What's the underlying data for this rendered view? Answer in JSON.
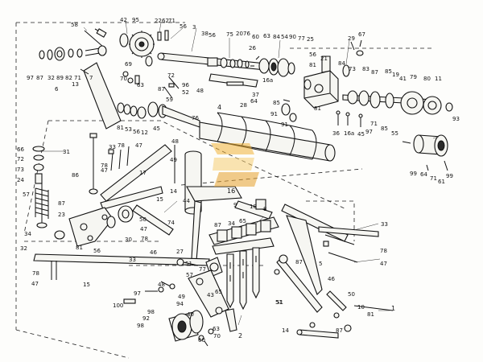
{
  "diagram": {
    "type": "exploded-parts-drawing",
    "watermark_colors": {
      "primary": "#f2b33a",
      "secondary": "#f7cf73",
      "shade": "#e7a12d"
    },
    "callouts": [
      {
        "id": "c0",
        "text": "58"
      },
      {
        "id": "c1",
        "text": "42"
      },
      {
        "id": "c2",
        "text": "95"
      },
      {
        "id": "c3",
        "text": "22"
      },
      {
        "id": "c4",
        "text": "62"
      },
      {
        "id": "c5",
        "text": "71"
      },
      {
        "id": "c6",
        "text": "56"
      },
      {
        "id": "c7",
        "text": "3"
      },
      {
        "id": "c8",
        "text": "38"
      },
      {
        "id": "c9",
        "text": "56"
      },
      {
        "id": "c10",
        "text": "75"
      },
      {
        "id": "c11",
        "text": "20"
      },
      {
        "id": "c12",
        "text": "76"
      },
      {
        "id": "c13",
        "text": "60"
      },
      {
        "id": "c14",
        "text": "63"
      },
      {
        "id": "c15",
        "text": "84"
      },
      {
        "id": "c16",
        "text": "54"
      },
      {
        "id": "c17",
        "text": "90"
      },
      {
        "id": "c18",
        "text": "77"
      },
      {
        "id": "c19",
        "text": "25"
      },
      {
        "id": "c20",
        "text": "29"
      },
      {
        "id": "c21",
        "text": "67"
      },
      {
        "id": "c22",
        "text": "97"
      },
      {
        "id": "c23",
        "text": "87"
      },
      {
        "id": "c24",
        "text": "32"
      },
      {
        "id": "c25",
        "text": "89"
      },
      {
        "id": "c26",
        "text": "82"
      },
      {
        "id": "c27",
        "text": "71"
      },
      {
        "id": "c28",
        "text": "7"
      },
      {
        "id": "c29",
        "text": "13"
      },
      {
        "id": "c30",
        "text": "6"
      },
      {
        "id": "c31",
        "text": "69"
      },
      {
        "id": "c32",
        "text": "70"
      },
      {
        "id": "c33",
        "text": "63"
      },
      {
        "id": "c34",
        "text": "72"
      },
      {
        "id": "c35",
        "text": "87"
      },
      {
        "id": "c36",
        "text": "26"
      },
      {
        "id": "c37",
        "text": "56"
      },
      {
        "id": "c38",
        "text": "81"
      },
      {
        "id": "c39",
        "text": "21"
      },
      {
        "id": "c40",
        "text": "84"
      },
      {
        "id": "c41",
        "text": "73"
      },
      {
        "id": "c42",
        "text": "83"
      },
      {
        "id": "c43",
        "text": "87"
      },
      {
        "id": "c44",
        "text": "85"
      },
      {
        "id": "c45",
        "text": "19"
      },
      {
        "id": "c46",
        "text": "41"
      },
      {
        "id": "c47",
        "text": "79"
      },
      {
        "id": "c48",
        "text": "80"
      },
      {
        "id": "c49",
        "text": "11"
      },
      {
        "id": "c50",
        "text": "16a"
      },
      {
        "id": "c51",
        "text": "96"
      },
      {
        "id": "c52",
        "text": "52"
      },
      {
        "id": "c53",
        "text": "48"
      },
      {
        "id": "c54",
        "text": "59"
      },
      {
        "id": "c55",
        "text": "28"
      },
      {
        "id": "c56",
        "text": "64"
      },
      {
        "id": "c57",
        "text": "37"
      },
      {
        "id": "c58",
        "text": "76"
      },
      {
        "id": "c59",
        "text": "4"
      },
      {
        "id": "c60",
        "text": "85"
      },
      {
        "id": "c61",
        "text": "91"
      },
      {
        "id": "c62",
        "text": "81"
      },
      {
        "id": "c63",
        "text": "53"
      },
      {
        "id": "c64",
        "text": "56"
      },
      {
        "id": "c65",
        "text": "12"
      },
      {
        "id": "c66",
        "text": "45"
      },
      {
        "id": "c67",
        "text": "36"
      },
      {
        "id": "c68",
        "text": "16a"
      },
      {
        "id": "c69",
        "text": "45"
      },
      {
        "id": "c70",
        "text": "71"
      },
      {
        "id": "c71",
        "text": "97"
      },
      {
        "id": "c72",
        "text": "85"
      },
      {
        "id": "c73",
        "text": "55"
      },
      {
        "id": "c74",
        "text": "93"
      },
      {
        "id": "c75",
        "text": "91"
      },
      {
        "id": "c76",
        "text": "81"
      },
      {
        "id": "c77",
        "text": "99"
      },
      {
        "id": "c78",
        "text": "64"
      },
      {
        "id": "c79",
        "text": "71"
      },
      {
        "id": "c80",
        "text": "61"
      },
      {
        "id": "c81",
        "text": "99"
      },
      {
        "id": "c82",
        "text": "66"
      },
      {
        "id": "c83",
        "text": "72"
      },
      {
        "id": "c84",
        "text": "73"
      },
      {
        "id": "c85",
        "text": "24"
      },
      {
        "id": "c86",
        "text": "31"
      },
      {
        "id": "c87",
        "text": "33"
      },
      {
        "id": "c88",
        "text": "78"
      },
      {
        "id": "c89",
        "text": "47"
      },
      {
        "id": "c90",
        "text": "48"
      },
      {
        "id": "c91",
        "text": "78"
      },
      {
        "id": "c92",
        "text": "47"
      },
      {
        "id": "c93",
        "text": "86"
      },
      {
        "id": "c94",
        "text": "17"
      },
      {
        "id": "c95",
        "text": "49"
      },
      {
        "id": "c96",
        "text": "57"
      },
      {
        "id": "c97",
        "text": "87"
      },
      {
        "id": "c98",
        "text": "23"
      },
      {
        "id": "c99",
        "text": "15"
      },
      {
        "id": "c100",
        "text": "14"
      },
      {
        "id": "c101",
        "text": "44"
      },
      {
        "id": "c102",
        "text": "34"
      },
      {
        "id": "c103",
        "text": "81"
      },
      {
        "id": "c104",
        "text": "56"
      },
      {
        "id": "c105",
        "text": "30"
      },
      {
        "id": "c106",
        "text": "50"
      },
      {
        "id": "c107",
        "text": "74"
      },
      {
        "id": "c108",
        "text": "16"
      },
      {
        "id": "c109",
        "text": "9"
      },
      {
        "id": "c110",
        "text": "18"
      },
      {
        "id": "c111",
        "text": "8"
      },
      {
        "id": "c112",
        "text": "87"
      },
      {
        "id": "c113",
        "text": "34"
      },
      {
        "id": "c114",
        "text": "65"
      },
      {
        "id": "c115",
        "text": "33"
      },
      {
        "id": "c116",
        "text": "78"
      },
      {
        "id": "c117",
        "text": "47"
      },
      {
        "id": "c118",
        "text": "32"
      },
      {
        "id": "c119",
        "text": "78"
      },
      {
        "id": "c120",
        "text": "47"
      },
      {
        "id": "c121",
        "text": "15"
      },
      {
        "id": "c122",
        "text": "33"
      },
      {
        "id": "c123",
        "text": "47"
      },
      {
        "id": "c124",
        "text": "78"
      },
      {
        "id": "c125",
        "text": "46"
      },
      {
        "id": "c126",
        "text": "27"
      },
      {
        "id": "c127",
        "text": "51"
      },
      {
        "id": "c128",
        "text": "57"
      },
      {
        "id": "c129",
        "text": "43"
      },
      {
        "id": "c130",
        "text": "65"
      },
      {
        "id": "c131",
        "text": "77"
      },
      {
        "id": "c132",
        "text": "87"
      },
      {
        "id": "c133",
        "text": "51"
      },
      {
        "id": "c134",
        "text": "5"
      },
      {
        "id": "c135",
        "text": "97"
      },
      {
        "id": "c136",
        "text": "48"
      },
      {
        "id": "c137",
        "text": "100"
      },
      {
        "id": "c138",
        "text": "49"
      },
      {
        "id": "c139",
        "text": "94"
      },
      {
        "id": "c140",
        "text": "98"
      },
      {
        "id": "c141",
        "text": "92"
      },
      {
        "id": "c142",
        "text": "98"
      },
      {
        "id": "c143",
        "text": "40"
      },
      {
        "id": "c144",
        "text": "60"
      },
      {
        "id": "c145",
        "text": "70"
      },
      {
        "id": "c146",
        "text": "63"
      },
      {
        "id": "c147",
        "text": "2"
      },
      {
        "id": "c148",
        "text": "51"
      },
      {
        "id": "c149",
        "text": "46"
      },
      {
        "id": "c150",
        "text": "50"
      },
      {
        "id": "c151",
        "text": "10"
      },
      {
        "id": "c152",
        "text": "81"
      },
      {
        "id": "c153",
        "text": "14"
      },
      {
        "id": "c154",
        "text": "1"
      },
      {
        "id": "c155",
        "text": "87"
      }
    ]
  }
}
